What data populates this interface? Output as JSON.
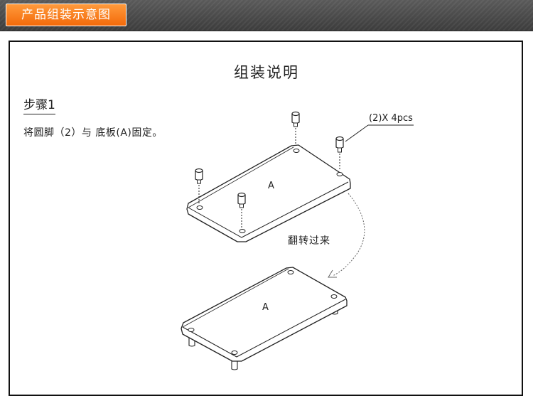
{
  "header": {
    "tab_title": "产品组装示意图"
  },
  "diagram": {
    "title": "组装说明",
    "step_label": "步骤1",
    "instruction": "将圆脚（2）与 底板(A)固定。",
    "quantity_callout": "(2)X 4pcs",
    "flip_label": "翻转过来",
    "board_top_label": "A",
    "board_bottom_label": "A"
  }
}
